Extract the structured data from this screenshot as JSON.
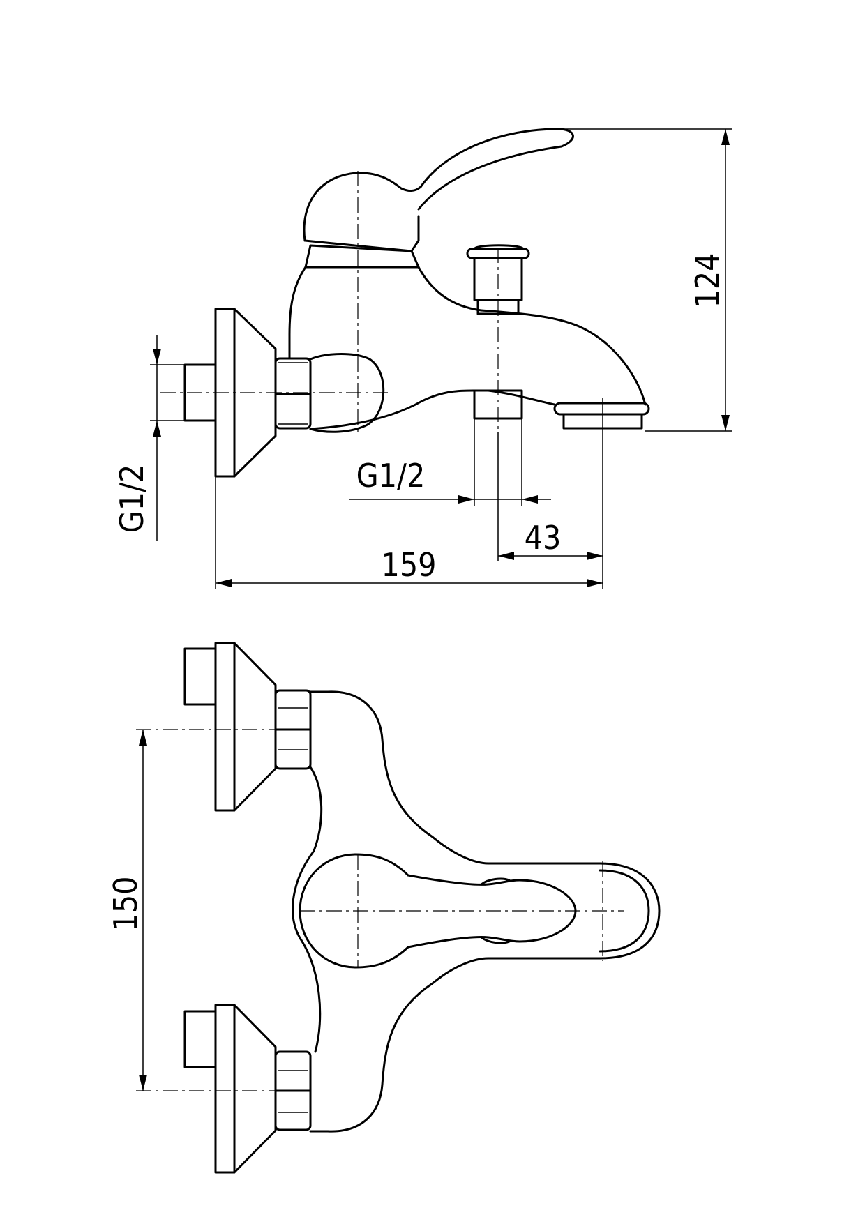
{
  "dimensions": {
    "height_total": "124",
    "width_total": "159",
    "spout_offset": "43",
    "inlet_thread_side": "G1/2",
    "outlet_thread_shower": "G1/2",
    "inlet_spacing": "150"
  }
}
